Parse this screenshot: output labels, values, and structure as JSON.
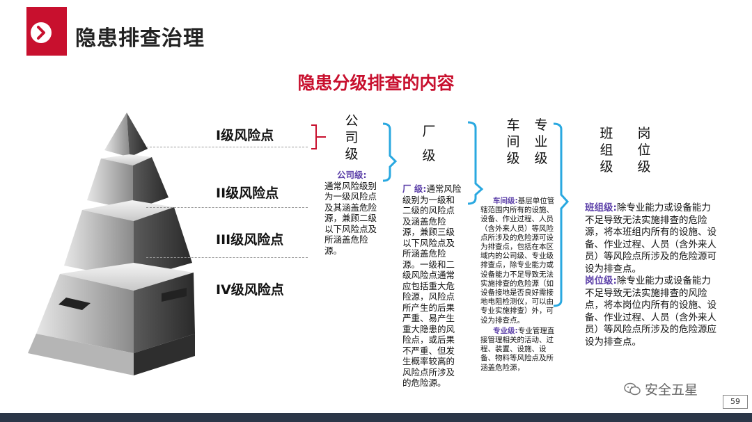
{
  "header": {
    "title": "隐患排查治理"
  },
  "subtitle": "隐患分级排查的内容",
  "levels": [
    "I级风险点",
    "II级风险点",
    "III级风险点",
    "IV级风险点"
  ],
  "columns": {
    "company": "公司级",
    "factory": "厂级",
    "workshop": "车间级",
    "specialty": "专业级",
    "team": "班组级",
    "post": "岗位级"
  },
  "blocks": {
    "company": {
      "title": "公司级:",
      "body": "通常风险级别为一级风险点及其涵盖危险源，兼顾二级以下风险点及所涵盖危险源。"
    },
    "factory": {
      "title": "厂 级:",
      "body": "通常风险级别为一级和二级的风险点及涵盖危险源，兼顾三级以下风险点及所涵盖危险源。一级和二级风险点通常应包括重大危险源，风险点所产生的后果严重、易产生重大隐患的风险点，或后果不严重、但发生概率较高的风险点所涉及的危险源。"
    },
    "workshop": {
      "title": "车间级:",
      "body": "基层单位管辖范围内所有的设施、设备、作业过程、人员（含外来人员）等风险点所涉及的危险源可设为排查点，包括在本区域内的公司级、专业级排查点，除专业能力或设备能力不足导致无法实施排查的危险源（如设备接地是否良好需接地电阻检测仪，可以由专业实施排查）外，可设为排查点。"
    },
    "specialty": {
      "title": "专业级:",
      "body": "专业管理直接管理相关的活动、过程、装置、设施、设备、物料等风险点及所涵盖危险源，"
    },
    "team": {
      "title": "班组级:",
      "body": "除专业能力或设备能力不足导致无法实施排查的危险源，将本班组内所有的设施、设备、作业过程、人员（含外来人员）等风险点所涉及的危险源可设为排查点。"
    },
    "post": {
      "title": "岗位级:",
      "body": "除专业能力或设备能力不足导致无法实施排查的风险点，将本岗位内所有的设施、设备、作业过程、人员（含外来人员）等风险点所涉及的危险源应设为排查点。"
    }
  },
  "watermark": "安全五星",
  "page_number": "59",
  "colors": {
    "accent": "#c8102e",
    "bracket": "#29a8e0",
    "label": "#5b3fa8",
    "bar": "#2b3648"
  }
}
